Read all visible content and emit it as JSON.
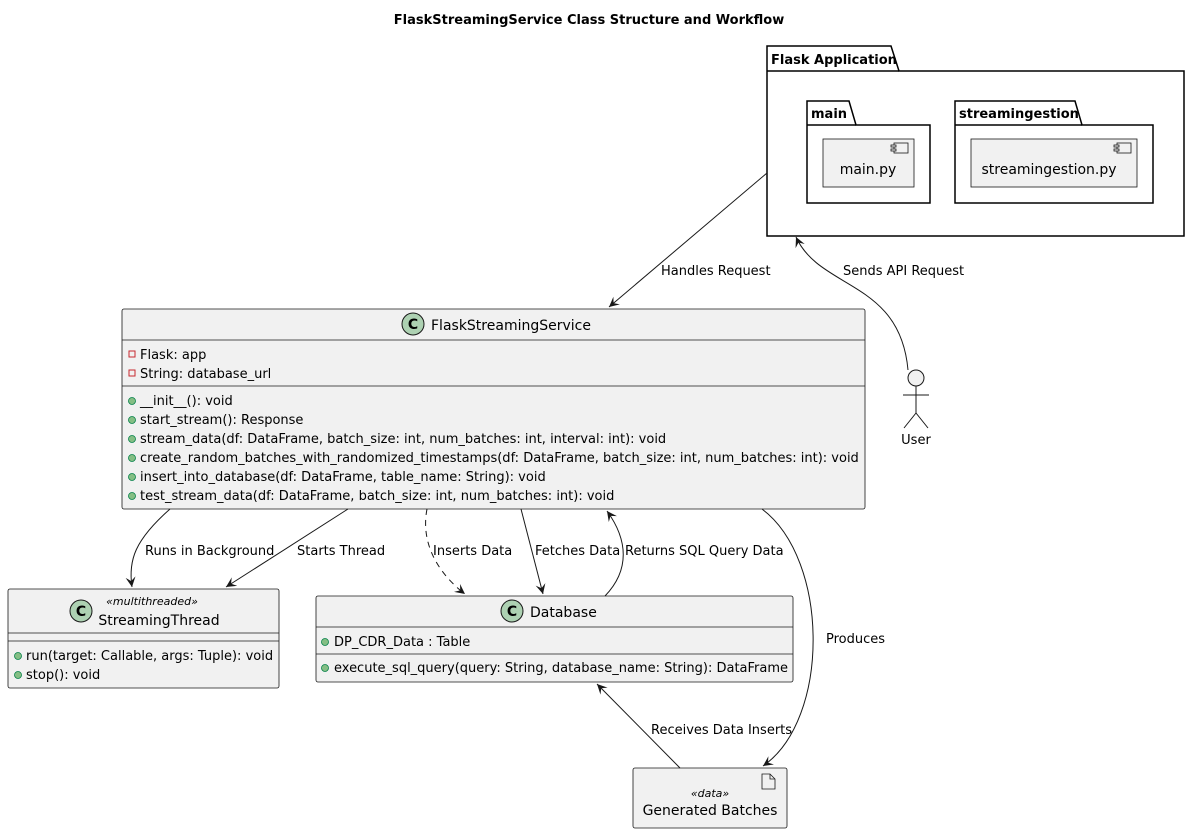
{
  "title": "FlaskStreamingService Class Structure and Workflow",
  "packages": {
    "flask_app": "Flask Application",
    "main": "main",
    "streamingestion": "streamingestion"
  },
  "components": {
    "main_py": "main.py",
    "streamingestion_py": "streamingestion.py"
  },
  "classes": {
    "service": {
      "name": "FlaskStreamingService",
      "badge": "C",
      "fields": [
        {
          "visibility": "private",
          "text": "Flask: app"
        },
        {
          "visibility": "private",
          "text": "String: database_url"
        }
      ],
      "methods": [
        {
          "visibility": "public",
          "text": "__init__(): void"
        },
        {
          "visibility": "public",
          "text": "start_stream(): Response"
        },
        {
          "visibility": "public",
          "text": "stream_data(df: DataFrame, batch_size: int, num_batches: int, interval: int): void"
        },
        {
          "visibility": "public",
          "text": "create_random_batches_with_randomized_timestamps(df: DataFrame, batch_size: int, num_batches: int): void"
        },
        {
          "visibility": "public",
          "text": "insert_into_database(df: DataFrame, table_name: String): void"
        },
        {
          "visibility": "public",
          "text": "test_stream_data(df: DataFrame, batch_size: int, num_batches: int): void"
        }
      ]
    },
    "thread": {
      "name": "StreamingThread",
      "badge": "C",
      "stereotype": "«multithreaded»",
      "methods": [
        {
          "visibility": "public",
          "text": "run(target: Callable, args: Tuple): void"
        },
        {
          "visibility": "public",
          "text": "stop(): void"
        }
      ]
    },
    "database": {
      "name": "Database",
      "badge": "C",
      "fields": [
        {
          "visibility": "public",
          "text": "DP_CDR_Data : Table"
        }
      ],
      "methods": [
        {
          "visibility": "public",
          "text": "execute_sql_query(query: String, database_name: String): DataFrame"
        }
      ]
    }
  },
  "artifact": {
    "stereotype": "«data»",
    "name": "Generated Batches"
  },
  "actor": {
    "name": "User"
  },
  "edge_labels": {
    "handles_request": "Handles Request",
    "sends_api_request": "Sends API Request",
    "runs_in_background": "Runs in Background",
    "starts_thread": "Starts Thread",
    "inserts_data": "Inserts Data",
    "fetches_data": "Fetches Data",
    "returns_sql": "Returns SQL Query Data",
    "produces": "Produces",
    "receives_inserts": "Receives Data Inserts"
  },
  "colors": {
    "class_fill": "#f1f1f1",
    "badge_fill": "#add1b2",
    "private_marker": "#c82930",
    "public_marker": "#84be84",
    "line": "#181818"
  }
}
